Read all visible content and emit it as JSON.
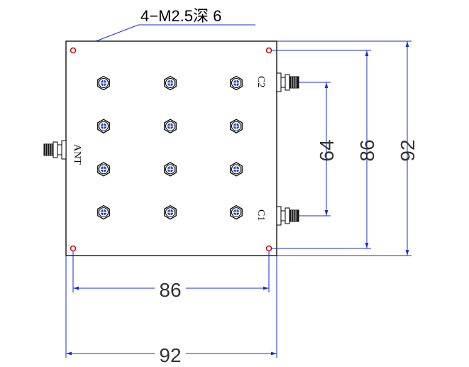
{
  "drawing": {
    "hole_note": "4−M2.5深 6",
    "connectors": {
      "ant": "ANT",
      "c1": "C1",
      "c2": "C2"
    },
    "dimensions": {
      "width_hole_pitch": "86",
      "width_overall": "92",
      "height_connector_pitch": "64",
      "height_hole_pitch": "86",
      "height_overall": "92"
    },
    "tuning_grid": {
      "rows": 4,
      "cols": 3
    }
  },
  "colors": {
    "outline": "#000000",
    "dimension": "#1a2bd6",
    "hole": "#cc0000",
    "screw_core": "#1f3fbf"
  },
  "icons": {
    "mount_hole": "mount-hole-icon",
    "tuning_screw": "tuning-screw-icon",
    "sma": "sma-connector-icon"
  }
}
